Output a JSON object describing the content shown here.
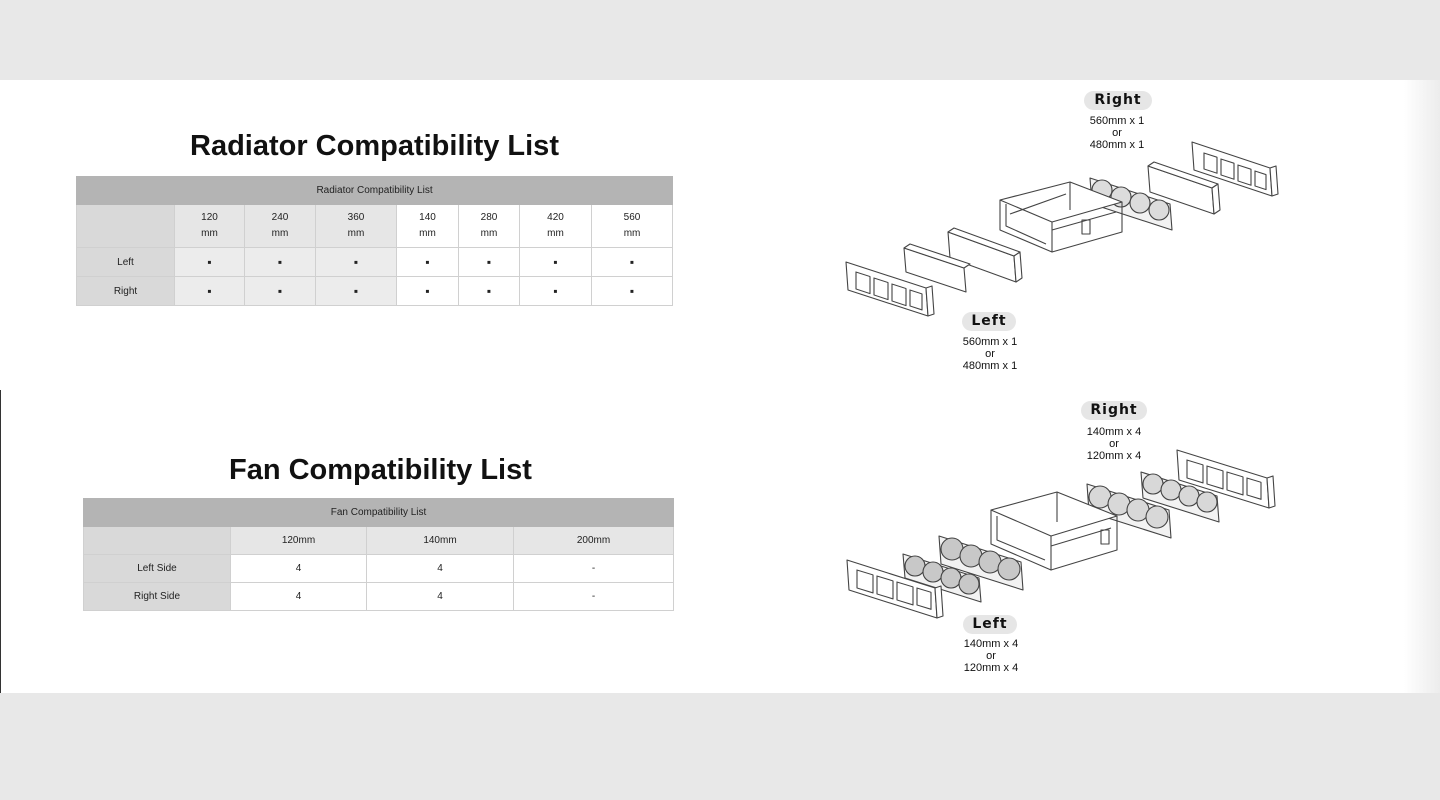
{
  "radiator": {
    "title": "Radiator Compatibility List",
    "table_caption": "Radiator Compatibility List",
    "sizes": [
      {
        "num": "120",
        "unit": "mm"
      },
      {
        "num": "240",
        "unit": "mm"
      },
      {
        "num": "360",
        "unit": "mm"
      },
      {
        "num": "140",
        "unit": "mm"
      },
      {
        "num": "280",
        "unit": "mm"
      },
      {
        "num": "420",
        "unit": "mm"
      },
      {
        "num": "560",
        "unit": "mm"
      }
    ],
    "rows": [
      {
        "label": "Left",
        "values": [
          "▪",
          "▪",
          "▪",
          "▪",
          "▪",
          "▪",
          "▪"
        ]
      },
      {
        "label": "Right",
        "values": [
          "▪",
          "▪",
          "▪",
          "▪",
          "▪",
          "▪",
          "▪"
        ]
      }
    ],
    "diagram": {
      "right_label": "Right",
      "right_spec": [
        "560mm x 1",
        "or",
        "480mm x 1"
      ],
      "left_label": "Left",
      "left_spec": [
        "560mm x 1",
        "or",
        "480mm x 1"
      ]
    }
  },
  "fan": {
    "title": "Fan Compatibility List",
    "table_caption": "Fan Compatibility List",
    "sizes": [
      "120mm",
      "140mm",
      "200mm"
    ],
    "rows": [
      {
        "label": "Left Side",
        "values": [
          "4",
          "4",
          "-"
        ]
      },
      {
        "label": "Right Side",
        "values": [
          "4",
          "4",
          "-"
        ]
      }
    ],
    "diagram": {
      "right_label": "Right",
      "right_spec": [
        "140mm x 4",
        "or",
        "120mm x 4"
      ],
      "left_label": "Left",
      "left_spec": [
        "140mm x 4",
        "or",
        "120mm x 4"
      ]
    }
  },
  "colors": {
    "page_background": "#e8e8e8",
    "panel_background": "#ffffff",
    "caption_row": "#b4b4b4",
    "label_cell": "#d9d9d9"
  }
}
